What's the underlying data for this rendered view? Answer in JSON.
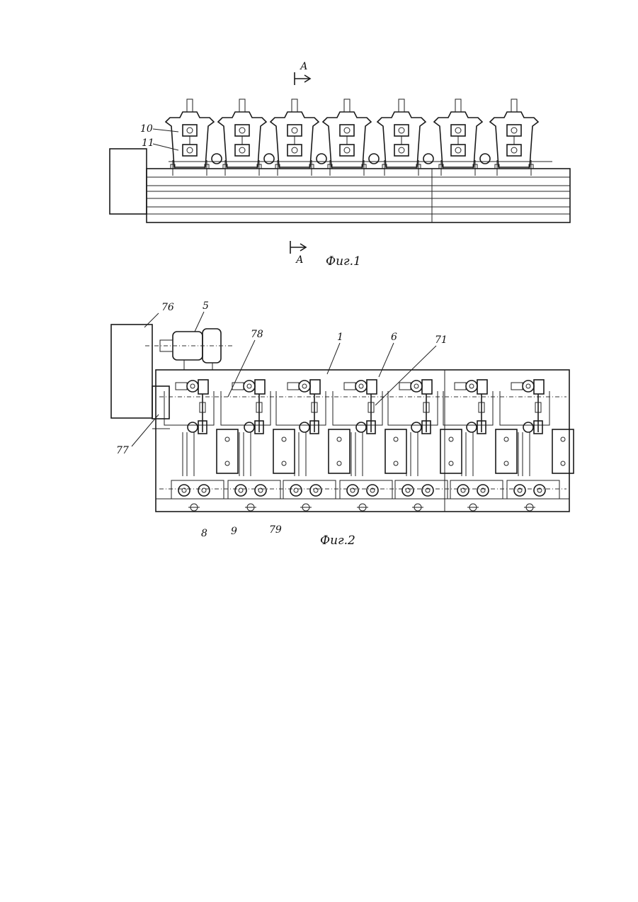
{
  "figure1": {
    "caption": "Фиг.1",
    "section_top_label": "А",
    "section_bottom_label": "А",
    "callouts": [
      "10",
      "11"
    ]
  },
  "figure2": {
    "caption": "Фиг.2",
    "callouts": {
      "c76": "76",
      "c5": "5",
      "c78": "78",
      "c1": "1",
      "c6": "6",
      "c71": "71",
      "c77": "77",
      "c8": "8",
      "c9": "9",
      "c79": "79"
    }
  },
  "colors": {
    "ink": "#1a1a1a",
    "paper": "#ffffff"
  }
}
